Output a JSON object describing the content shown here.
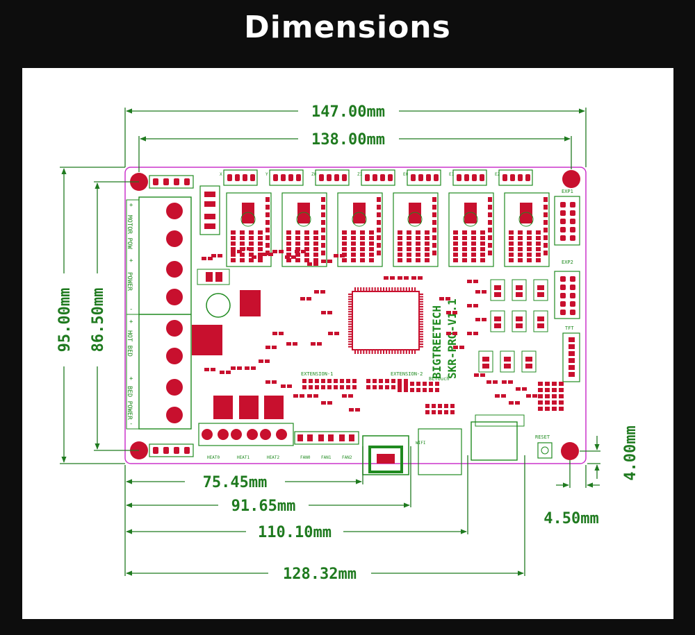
{
  "title": "Dimensions",
  "colors": {
    "dimension": "#1f7a1f",
    "pcb_outline": "#cc33cc",
    "pad": "#c8102e",
    "silk": "#1f8a1f",
    "background": "#0d0d0d",
    "panel": "#ffffff"
  },
  "board": {
    "brand": "BIGTREETECH",
    "model": "SKR-PRO-V1.1",
    "left_labels": {
      "motor": "MOTOR_POW",
      "power": "POWER",
      "hotbed": "HOT_BED",
      "bedpower": "BED POWER"
    },
    "stepper_labels": [
      "X",
      "Y",
      "Z0",
      "Z1",
      "E0",
      "E1",
      "E2"
    ],
    "heat_labels": [
      "HEAT0",
      "HEAT1",
      "HEAT2"
    ],
    "fan_labels": [
      "FAN0",
      "FAN1",
      "FAN2"
    ],
    "right_labels": {
      "exp1": "EXP1",
      "exp2": "EXP2",
      "tft": "TFT",
      "reset": "RESET",
      "wifi": "WIFI",
      "bltouch": "BLTouch",
      "ext1": "EXTENSION-1",
      "ext2": "EXTENSION-2"
    }
  },
  "dimensions": {
    "width_total": "147.00mm",
    "width_holes": "138.00mm",
    "height_total": "95.00mm",
    "height_holes": "86.50mm",
    "d1": "75.45mm",
    "d2": "91.65mm",
    "d3": "110.10mm",
    "d4": "128.32mm",
    "hole_offset_x": "4.50mm",
    "hole_offset_y": "4.00mm"
  }
}
